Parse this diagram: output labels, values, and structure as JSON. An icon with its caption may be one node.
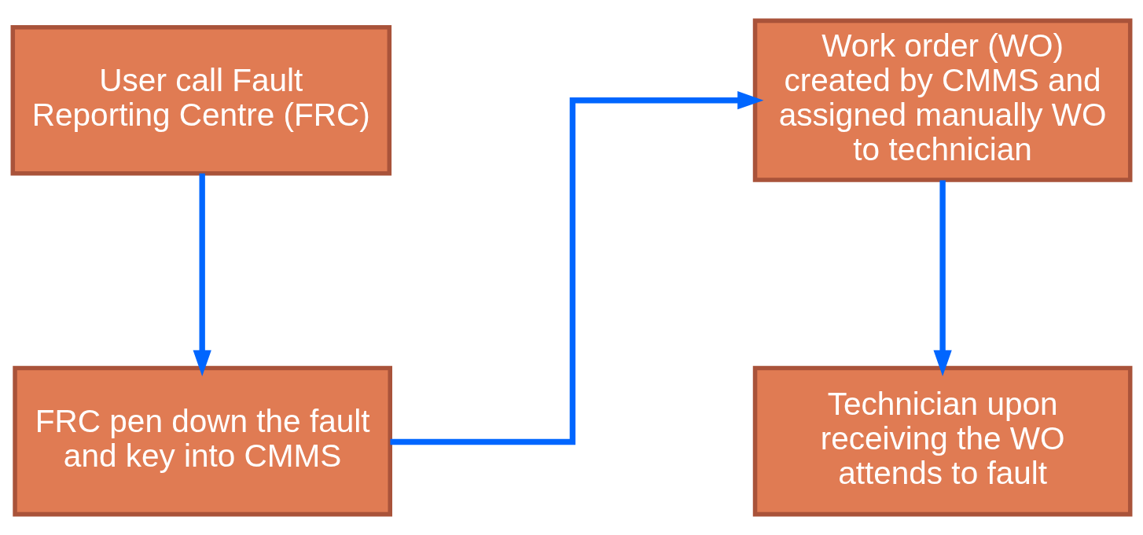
{
  "diagram": {
    "nodes": [
      {
        "text": [
          "User call Fault Reporting Centre (FRC)"
        ]
      },
      {
        "text": [
          "FRC pen down the fault and key into CMMS"
        ]
      },
      {
        "text": [
          "Work order (WO) created by CMMS and assigned manually WO to technician"
        ]
      },
      {
        "text": [
          "Technician upon receiving the WO attends to fault"
        ]
      }
    ],
    "edges": [
      {
        "from": 0,
        "to": 1,
        "arrow": "to"
      },
      {
        "from": 1,
        "to": 2,
        "arrow": "to"
      },
      {
        "from": 2,
        "to": 3,
        "arrow": "to"
      }
    ]
  }
}
